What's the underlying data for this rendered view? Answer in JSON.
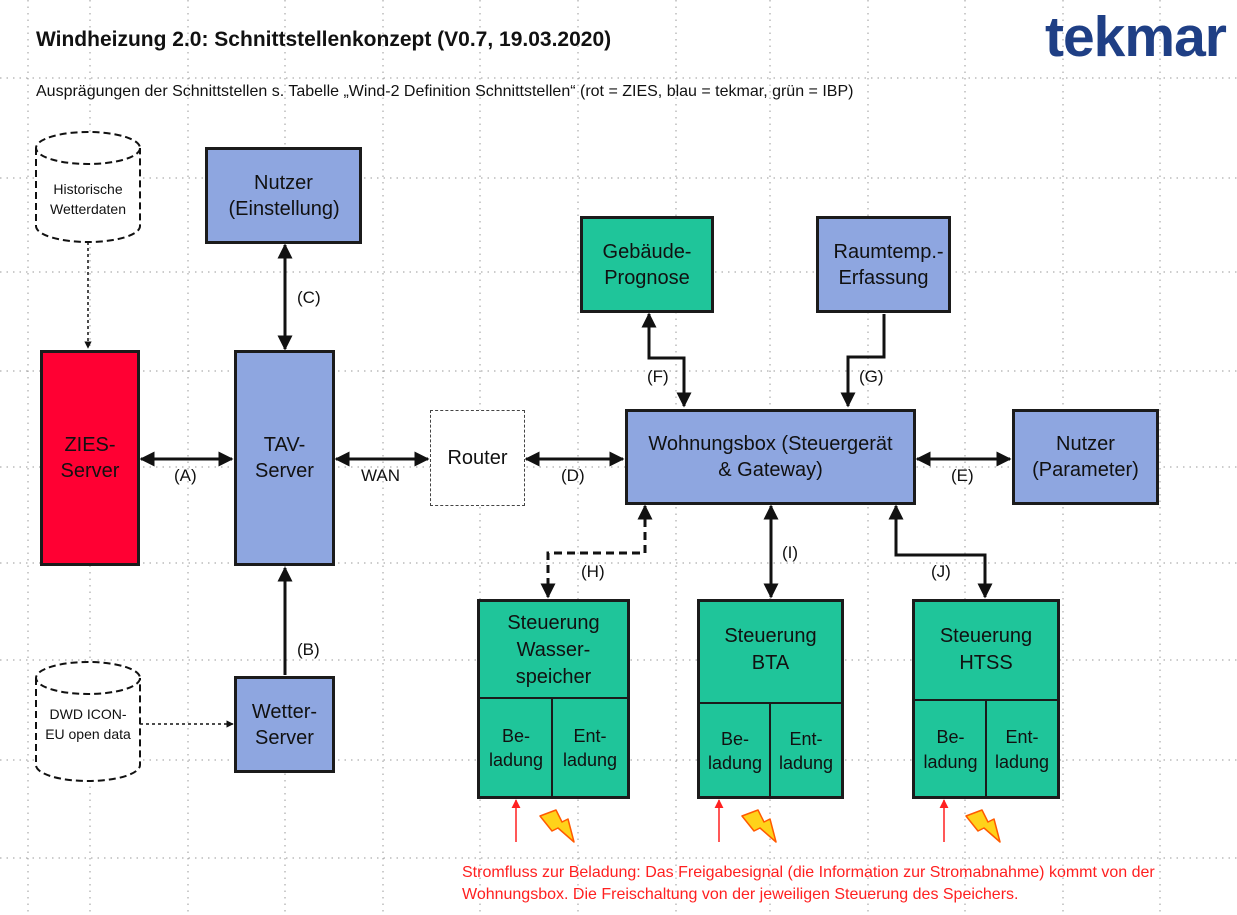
{
  "header": {
    "title": "Windheizung 2.0: Schnittstellenkonzept (V0.7, 19.03.2020)",
    "subtitle": "Ausprägungen der Schnittstellen s. Tabelle „Wind-2 Definition Schnittstellen“ (rot = ZIES, blau = tekmar, grün = IBP)",
    "logo": "tekmar"
  },
  "sources": {
    "historic_weather": "Historische Wetterdaten",
    "dwd": "DWD ICON-EU open data"
  },
  "nodes": {
    "user_settings": "Nutzer (Einstellung)",
    "zies_server": "ZIES-Server",
    "tav_server": "TAV-Server",
    "weather_server": "Wetter-Server",
    "router": "Router",
    "building_forecast": "Gebäude-Prognose",
    "room_temp": "Raumtemp.-Erfassung",
    "apartment_box": "Wohnungsbox (Steuergerät & Gateway)",
    "user_params": "Nutzer (Parameter)",
    "ctrl_water": "Steuerung Wasser-speicher",
    "ctrl_bta": "Steuerung BTA",
    "ctrl_htss": "Steuerung HTSS",
    "charge": "Be-ladung",
    "discharge": "Ent-ladung"
  },
  "links": {
    "a": "(A)",
    "b": "(B)",
    "c": "(C)",
    "d": "(D)",
    "e": "(E)",
    "f": "(F)",
    "g": "(G)",
    "h": "(H)",
    "i": "(I)",
    "j": "(J)",
    "wan": "WAN"
  },
  "note": "Stromfluss zur Beladung: Das Freigabesignal (die Information zur Stromabnahme) kommt von der Wohnungsbox. Die Freischaltung von der jeweiligen Steuerung des Speichers.",
  "colors": {
    "zies_red": "#ff0033",
    "tekmar_blue": "#8ea6e0",
    "ibp_green": "#1fc59a",
    "logo_blue": "#1f3f85",
    "note_red": "#ff2020"
  }
}
